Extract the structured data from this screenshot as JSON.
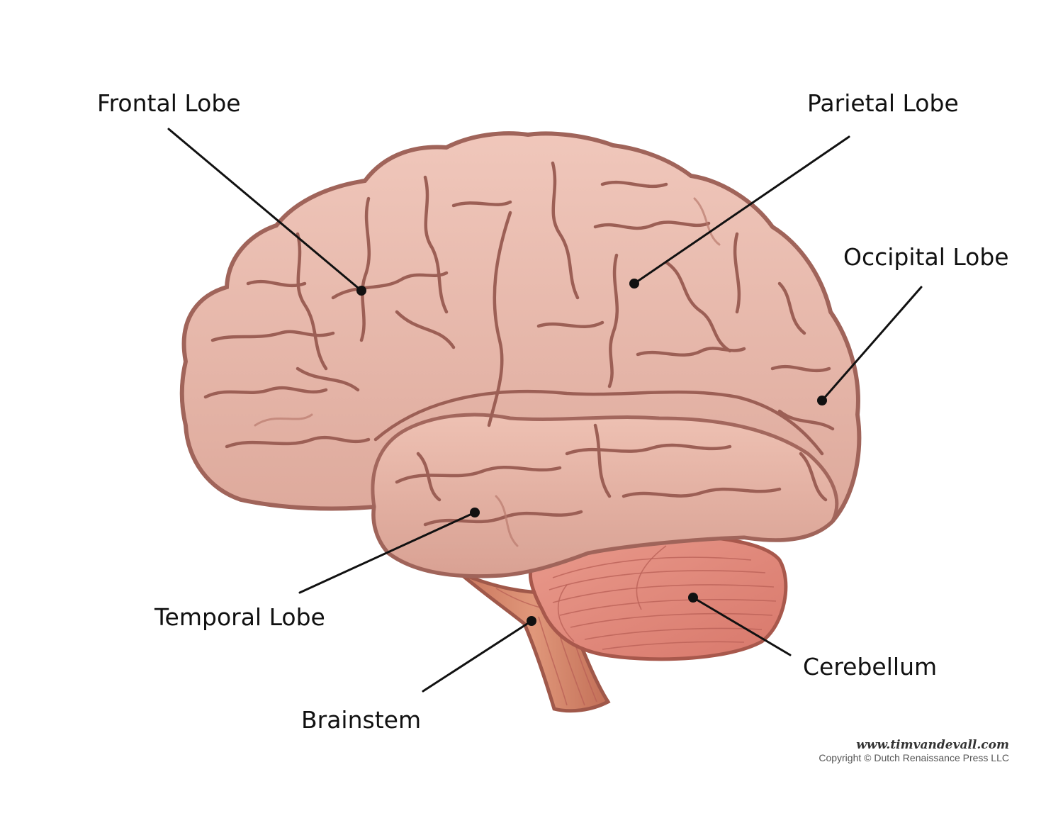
{
  "labels": {
    "frontal": "Frontal Lobe",
    "parietal": "Parietal Lobe",
    "occipital": "Occipital Lobe",
    "temporal": "Temporal Lobe",
    "brainstem": "Brainstem",
    "cerebellum": "Cerebellum"
  },
  "credit": {
    "url": "www.timvandevall.com",
    "copyright": "Copyright © Dutch Renaissance Press LLC"
  },
  "colors": {
    "cerebrum_fill": "#e8b4a6",
    "cerebrum_outline": "#a0645a",
    "sulcus": "#9c5f55",
    "cerebellum_fill": "#e2877a",
    "brainstem_fill": "#d98a6e",
    "leader_line": "#111111"
  }
}
